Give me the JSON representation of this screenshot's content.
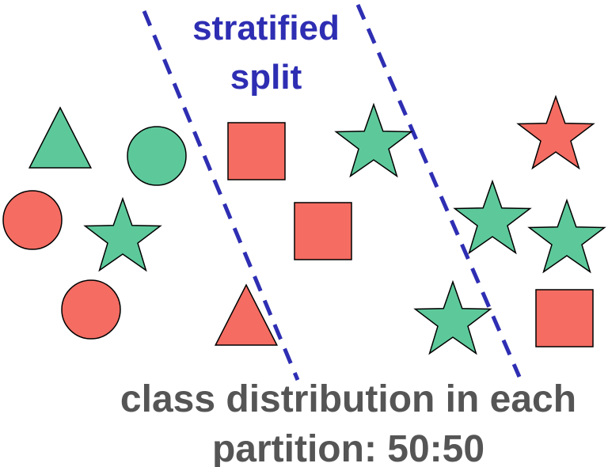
{
  "title_lines": [
    "stratified",
    "split"
  ],
  "caption_lines": [
    "class distribution in each",
    "partition: 50:50"
  ],
  "colors": {
    "green": "#5dc99b",
    "red": "#f46c62",
    "split_line": "#2e2eb3",
    "title": "#2e2eb3",
    "caption": "#555555",
    "stroke": "#000000"
  },
  "partitions": [
    {
      "name": "left",
      "shapes": [
        {
          "kind": "triangle",
          "cls": "green"
        },
        {
          "kind": "circle",
          "cls": "green"
        },
        {
          "kind": "circle",
          "cls": "red"
        },
        {
          "kind": "star",
          "cls": "green"
        },
        {
          "kind": "circle",
          "cls": "red"
        }
      ]
    },
    {
      "name": "middle",
      "shapes": [
        {
          "kind": "square",
          "cls": "red"
        },
        {
          "kind": "star",
          "cls": "green"
        },
        {
          "kind": "square",
          "cls": "red"
        },
        {
          "kind": "triangle",
          "cls": "red"
        }
      ]
    },
    {
      "name": "right",
      "shapes": [
        {
          "kind": "star",
          "cls": "red"
        },
        {
          "kind": "star",
          "cls": "green"
        },
        {
          "kind": "star",
          "cls": "green"
        },
        {
          "kind": "square",
          "cls": "red"
        },
        {
          "kind": "star",
          "cls": "green"
        }
      ]
    }
  ]
}
